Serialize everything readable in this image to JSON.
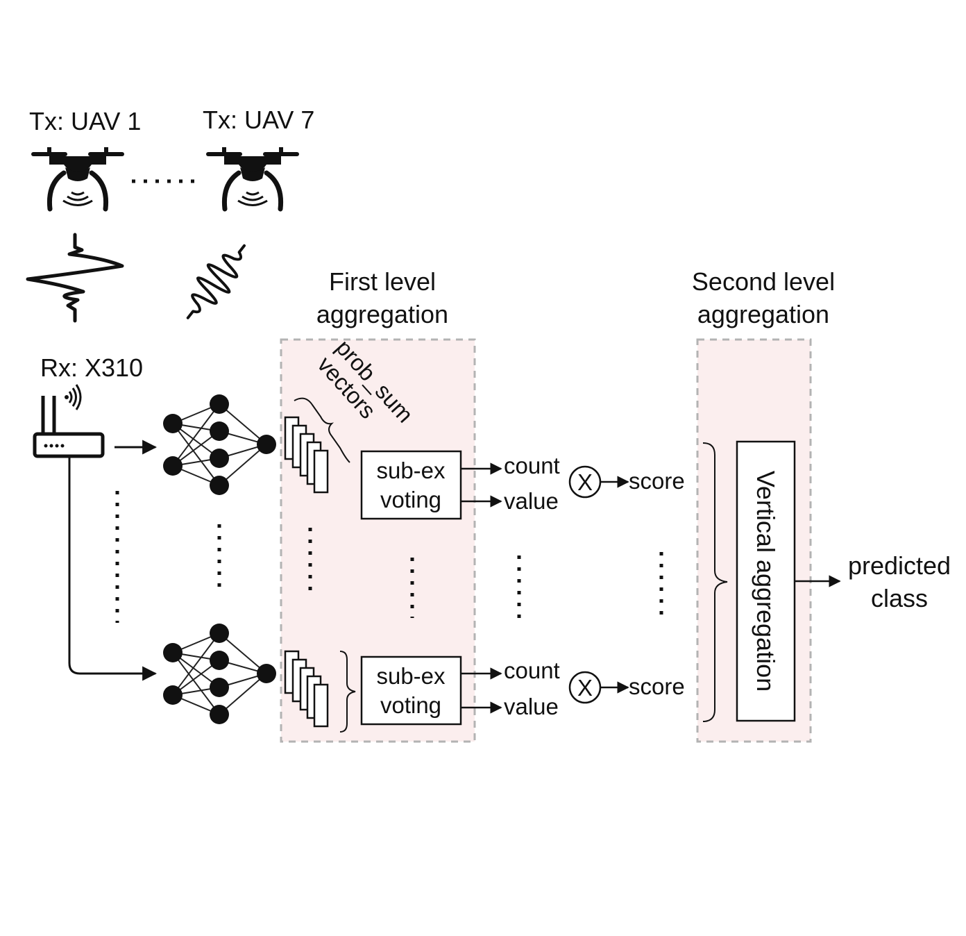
{
  "transmitters": {
    "first_label": "Tx: UAV 1",
    "last_label": "Tx: UAV 7"
  },
  "receiver": {
    "label": "Rx: X310"
  },
  "first_level": {
    "title_line1": "First level",
    "title_line2": "aggregation",
    "vectors_label_line1": "prob_sum",
    "vectors_label_line2": "vectors",
    "voting_line1": "sub-ex",
    "voting_line2": "voting",
    "count_label": "count",
    "value_label": "value",
    "multiply_symbol": "X",
    "score_label": "score"
  },
  "second_level": {
    "title_line1": "Second level",
    "title_line2": "aggregation",
    "aggregation_label": "Vertical aggregation"
  },
  "output": {
    "line1": "predicted",
    "line2": "class"
  },
  "colors": {
    "aggregation_fill": "#fbeeee",
    "aggregation_border": "#b3b3b3",
    "ink": "#111111"
  }
}
